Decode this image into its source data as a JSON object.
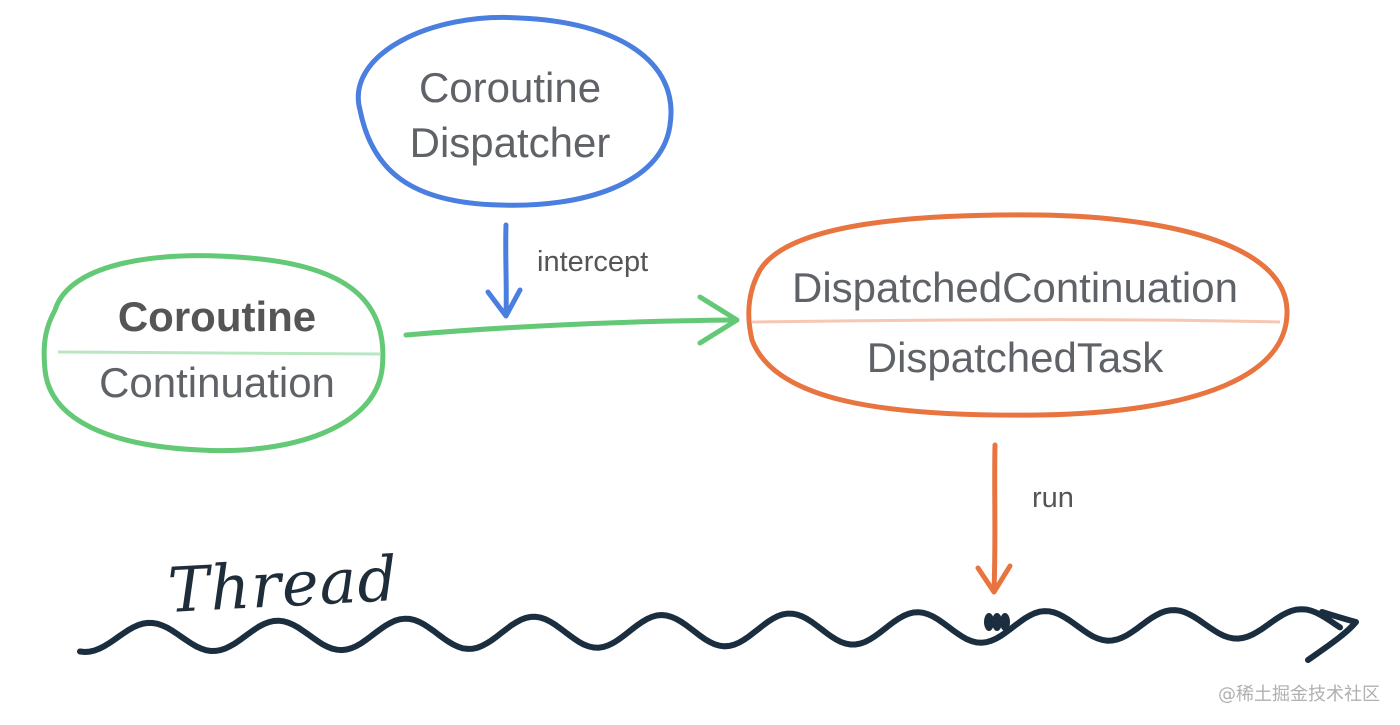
{
  "dispatcher": {
    "line1": "Coroutine",
    "line2": "Dispatcher",
    "color": "#4a7fe0"
  },
  "coroutine": {
    "title": "Coroutine",
    "subtitle": "Continuation",
    "color": "#63c976"
  },
  "dispatched": {
    "title": "DispatchedContinuation",
    "subtitle": "DispatchedTask",
    "color": "#e8743f"
  },
  "edges": {
    "intercept_label": "intercept",
    "run_label": "run"
  },
  "thread": {
    "label": "Thread",
    "color": "#1b2e3f"
  },
  "watermark": "@稀土掘金技术社区"
}
